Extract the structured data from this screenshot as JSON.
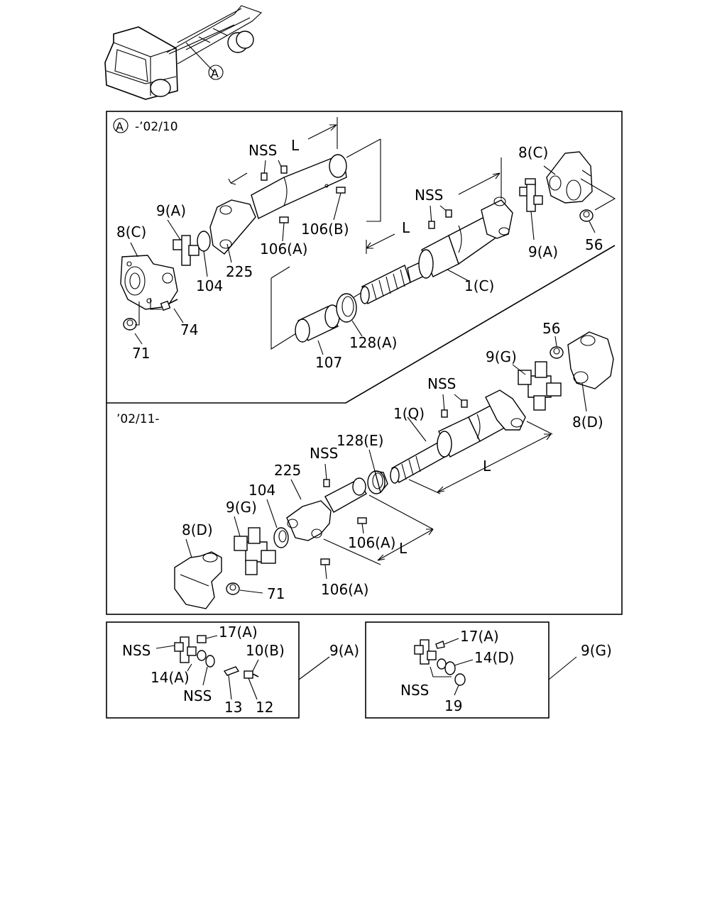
{
  "section_a": {
    "circle_letter": "A",
    "date_range": "-’02/10",
    "labels": {
      "nss_top": "NSS",
      "l_top": "L",
      "p9a_left": "9(A)",
      "p8c_left": "8(C)",
      "p104": "104",
      "p225": "225",
      "p106a": "106(A)",
      "p106b": "106(B)",
      "p74": "74",
      "p71": "71",
      "p107": "107",
      "p128a": "128(A)",
      "l_mid": "L",
      "nss_right": "NSS",
      "p1c": "1(C)",
      "p8c_right": "8(C)",
      "p9a_right": "9(A)",
      "p56": "56"
    }
  },
  "section_b": {
    "date_range": "’02/11-",
    "labels": {
      "p56": "56",
      "p9g_right": "9(G)",
      "p8d_right": "8(D)",
      "nss_top": "NSS",
      "p1q": "1(Q)",
      "p128e": "128(E)",
      "nss_mid": "NSS",
      "p225": "225",
      "p104": "104",
      "p9g_left": "9(G)",
      "p8d_left": "8(D)",
      "l_right": "L",
      "p106a_right": "106(A)",
      "l_bottom": "L",
      "p106a_bottom": "106(A)",
      "p71": "71"
    }
  },
  "kit_9a": {
    "title": "9(A)",
    "labels": {
      "p17a": "17(A)",
      "nss_left": "NSS",
      "p10b": "10(B)",
      "p14a": "14(A)",
      "nss_bottom": "NSS",
      "p13": "13",
      "p12": "12"
    }
  },
  "kit_9g": {
    "title": "9(G)",
    "labels": {
      "p17a": "17(A)",
      "p14d": "14(D)",
      "nss": "NSS",
      "p19": "19"
    }
  },
  "locator": {
    "circle_letter": "A"
  }
}
